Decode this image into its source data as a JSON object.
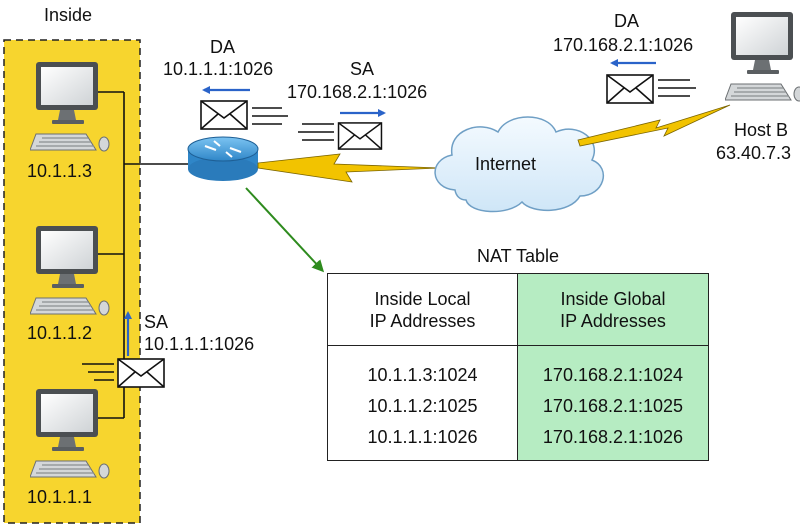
{
  "inside_label": "Inside",
  "hosts": [
    {
      "ip": "10.1.1.3"
    },
    {
      "ip": "10.1.1.2"
    },
    {
      "ip": "10.1.1.1"
    }
  ],
  "host_b": {
    "name": "Host B",
    "ip": "63.40.7.3"
  },
  "cloud_label": "Internet",
  "packets": {
    "router_inbound": {
      "tag": "DA",
      "address": "10.1.1.1:1026"
    },
    "router_outbound": {
      "tag": "SA",
      "address": "170.168.2.1:1026"
    },
    "hostb_reply": {
      "tag": "DA",
      "address": "170.168.2.1:1026"
    },
    "inside_outbound": {
      "tag": "SA",
      "address": "10.1.1.1:1026"
    }
  },
  "nat_table": {
    "title": "NAT Table",
    "header_local_line1": "Inside Local",
    "header_local_line2": "IP Addresses",
    "header_global_line1": "Inside Global",
    "header_global_line2": "IP Addresses",
    "rows": [
      {
        "local": "10.1.1.3:1024",
        "global": "170.168.2.1:1024"
      },
      {
        "local": "10.1.1.2:1025",
        "global": "170.168.2.1:1025"
      },
      {
        "local": "10.1.1.1:1026",
        "global": "170.168.2.1:1026"
      }
    ]
  },
  "colors": {
    "inside_zone": "#f7d52e",
    "arrow_blue": "#2a63c9",
    "arrow_green": "#2e8b1e",
    "lightning": "#f2c300",
    "router": "#4aa3e0",
    "cloud": "#e3f1fb",
    "nat_global_fill": "#b6ecc2"
  }
}
